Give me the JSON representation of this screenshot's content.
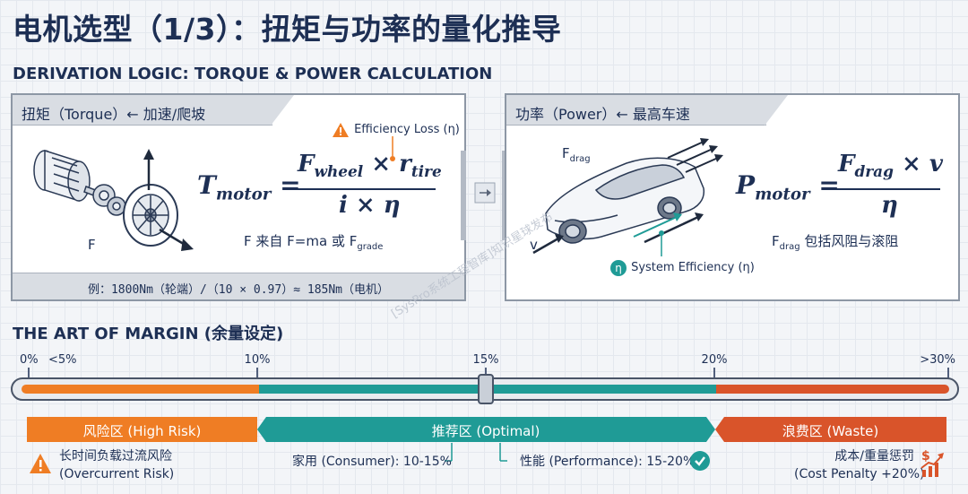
{
  "title": "电机选型（1/3）：扭矩与功率的量化推导",
  "subtitle": "DERIVATION LOGIC: TORQUE & POWER CALCULATION",
  "torque_panel": {
    "header": "扭矩（Torque）← 加速/爬坡",
    "efficiency_loss": "Efficiency Loss (η)",
    "formula_lhs": "T",
    "formula_lhs_sub": "motor",
    "formula_num_a": "F",
    "formula_num_a_sub": "wheel",
    "formula_times": "×",
    "formula_num_b": "r",
    "formula_num_b_sub": "tire",
    "formula_den": "i × η",
    "force_label": "F",
    "note_main": "F 来自 F=ma 或 F",
    "note_sub": "grade",
    "example": "例：1800Nm（轮端）/（10 × 0.97）≈ 185Nm（电机）"
  },
  "power_panel": {
    "header": "功率（Power）← 最高车速",
    "fdrag_label": "F",
    "fdrag_label_sub": "drag",
    "v_label": "v",
    "formula_lhs": "P",
    "formula_lhs_sub": "motor",
    "formula_num_a": "F",
    "formula_num_a_sub": "drag",
    "formula_num_b": "× v",
    "formula_den": "η",
    "note_prefix": "F",
    "note_prefix_sub": "drag",
    "note_main": " 包括风阻与滚阻",
    "system_efficiency": "System Efficiency (η)",
    "eta_badge": "η"
  },
  "watermark": "[SysPro系统工程智库]知识星球发布",
  "margin": {
    "title": "THE ART OF MARGIN (余量设定)",
    "ticks": [
      "0%",
      "<5%",
      "10%",
      "15%",
      "20%",
      ">30%"
    ],
    "slider_value_percent": 15,
    "zones": [
      {
        "label": "风险区 (High Risk)",
        "color": "#ef7d24"
      },
      {
        "label": "推荐区 (Optimal)",
        "color": "#1f9b96"
      },
      {
        "label": "浪费区 (Waste)",
        "color": "#d9542a"
      }
    ],
    "risk_note_line1": "长时间负载过流风险",
    "risk_note_line2": "(Overcurrent Risk)",
    "consumer_note": "家用 (Consumer): 10-15%",
    "performance_note": "性能 (Performance): 15-20%",
    "waste_note_line1": "成本/重量惩罚",
    "waste_note_line2": "(Cost Penalty +20%)"
  },
  "colors": {
    "navy": "#1d2f54",
    "risk": "#ef7d24",
    "optimal": "#1f9b96",
    "waste": "#d9542a"
  }
}
